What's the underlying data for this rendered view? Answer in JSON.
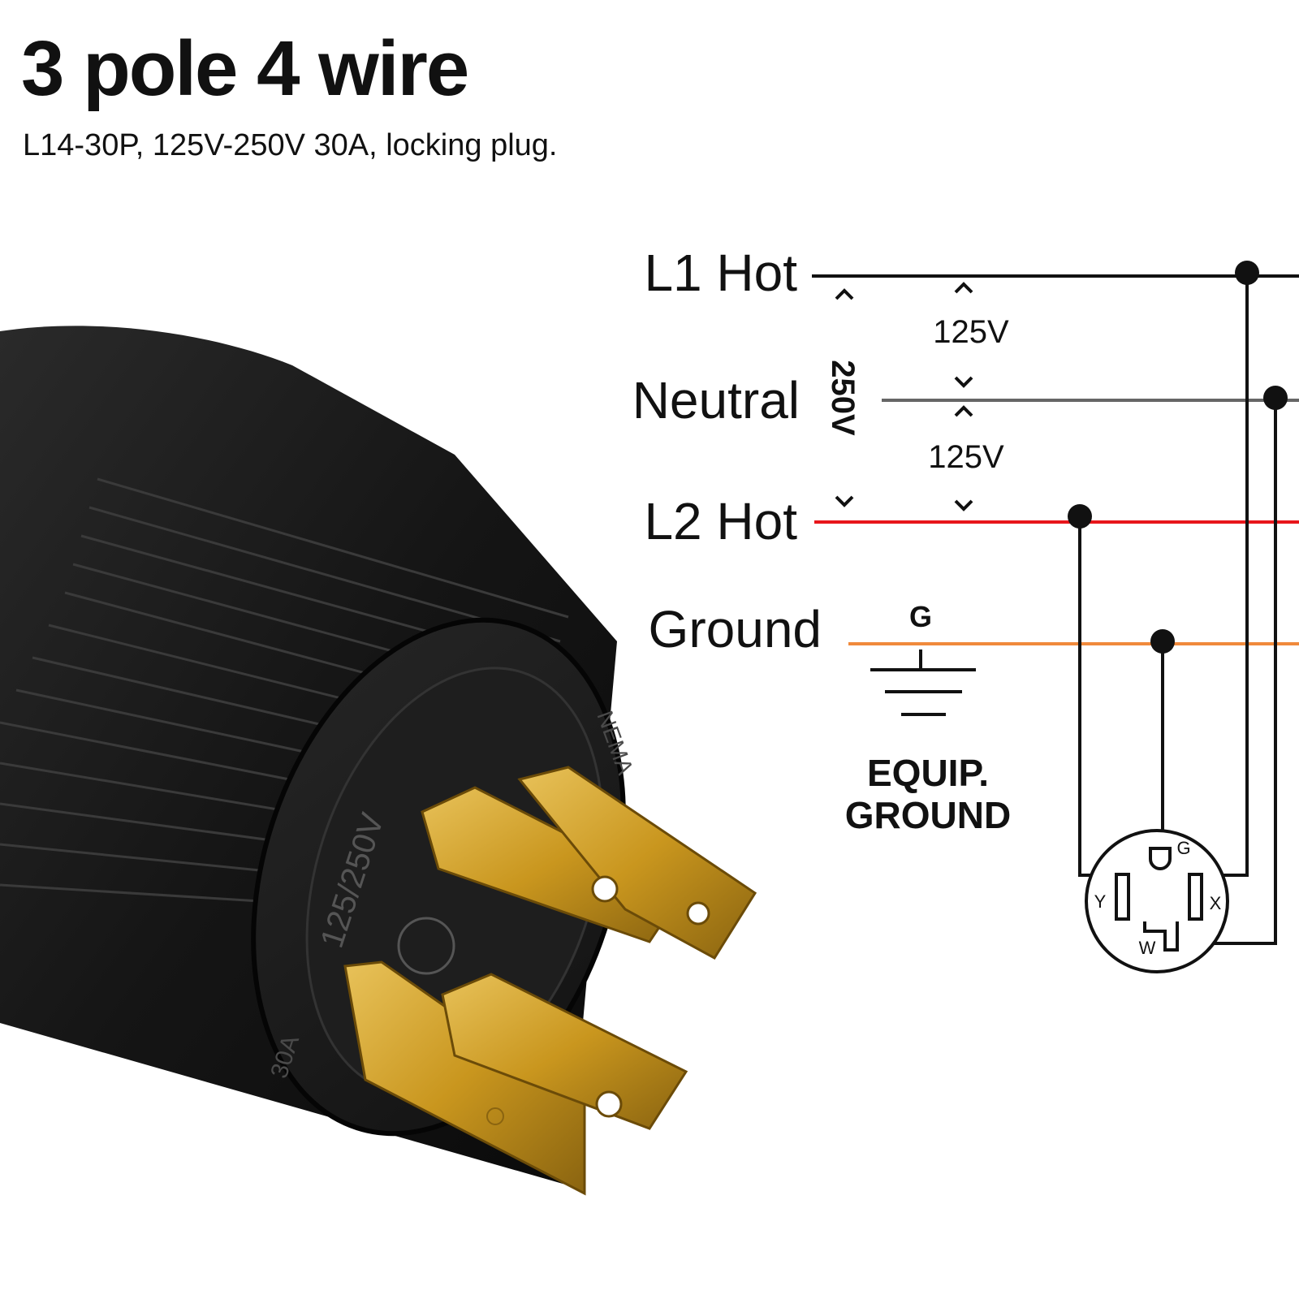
{
  "header": {
    "title": "3 pole 4 wire",
    "subtitle": "L14-30P, 125V-250V 30A, locking plug."
  },
  "wiring": {
    "lines": [
      {
        "label": "L1 Hot",
        "color": "#111111"
      },
      {
        "label": "Neutral",
        "color": "#666666"
      },
      {
        "label": "L2 Hot",
        "color": "#e8161b"
      },
      {
        "label": "Ground",
        "color": "#f08a3c"
      }
    ],
    "voltages": {
      "total": "250V",
      "l1_neutral": "125V",
      "neutral_l2": "125V"
    },
    "ground_symbol": {
      "letter": "G",
      "caption_line1": "EQUIP.",
      "caption_line2": "GROUND"
    },
    "receptacle": {
      "terminals": [
        "G",
        "Y",
        "X",
        "W"
      ]
    }
  },
  "plug_photo": {
    "face_text": "125/250V",
    "rim_text": "30A",
    "brand_text": "NEMA"
  },
  "colors": {
    "hot_l1": "#111111",
    "neutral": "#666666",
    "hot_l2": "#e8161b",
    "ground": "#f08a3c",
    "brass": "#c9961e",
    "plug_body": "#1b1b1b"
  }
}
